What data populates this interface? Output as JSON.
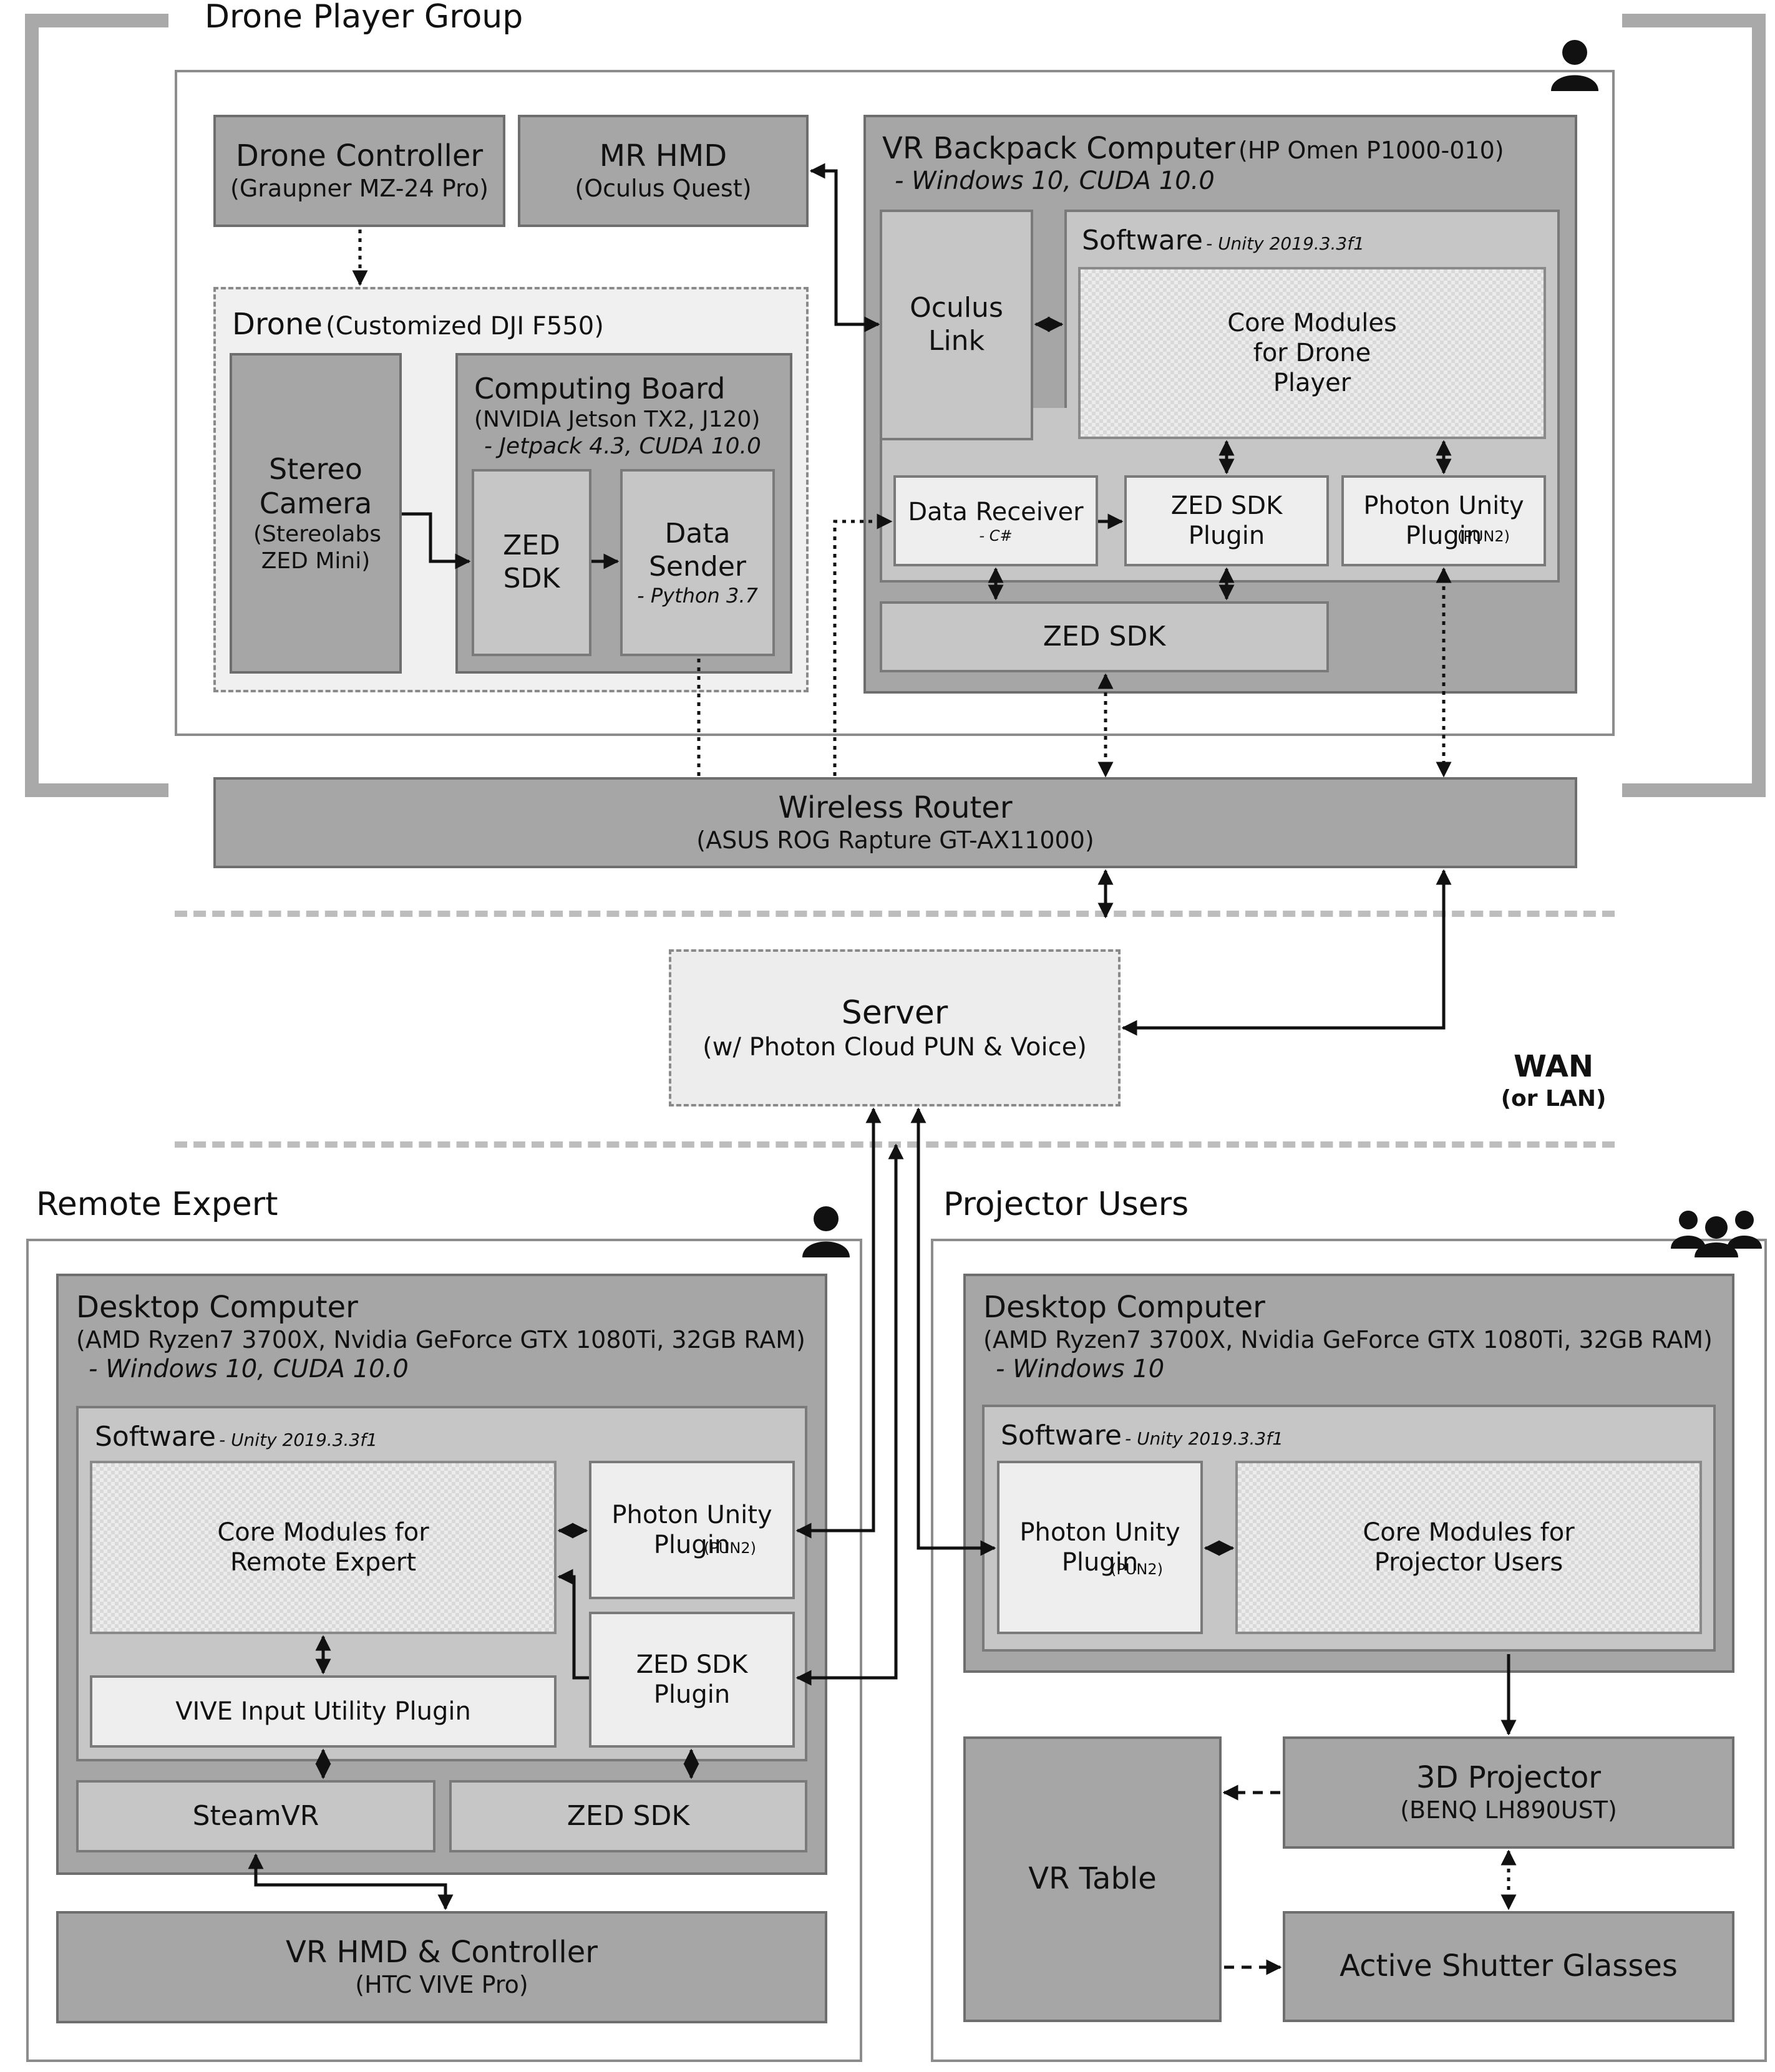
{
  "groups": {
    "drone_player": "Drone Player Group",
    "remote_expert": "Remote Expert",
    "projector_users": "Projector Users"
  },
  "network": {
    "wan": "WAN",
    "wan_sub": "(or LAN)"
  },
  "drone_controller": {
    "title": "Drone Controller",
    "sub": "(Graupner MZ-24 Pro)"
  },
  "mr_hmd": {
    "title": "MR HMD",
    "sub": "(Oculus Quest)"
  },
  "drone": {
    "title": "Drone",
    "sub": "(Customized DJI F550)",
    "stereo_camera": {
      "title": "Stereo Camera",
      "sub": "(Stereolabs ZED Mini)"
    },
    "computing_board": {
      "title": "Computing Board",
      "sub": "(NVIDIA Jetson TX2, J120)",
      "env": "- Jetpack 4.3, CUDA 10.0"
    },
    "zed_sdk": "ZED SDK",
    "data_sender": {
      "title": "Data Sender",
      "env": "- Python 3.7"
    }
  },
  "vr_backpack": {
    "title": "VR Backpack Computer",
    "sub": "(HP Omen P1000-010)",
    "env": "- Windows 10, CUDA 10.0",
    "oculus_link": "Oculus Link",
    "software": {
      "title": "Software",
      "env": "- Unity 2019.3.3f1"
    },
    "core_modules": "Core Modules for Drone Player",
    "data_receiver": {
      "title": "Data Receiver",
      "env": "- C#"
    },
    "zed_sdk_plugin": "ZED SDK Plugin",
    "photon_plugin": {
      "title": "Photon Unity Plugin",
      "tag": "(PUN2)"
    },
    "zed_sdk": "ZED SDK"
  },
  "router": {
    "title": "Wireless Router",
    "sub": "(ASUS ROG Rapture GT-AX11000)"
  },
  "server": {
    "title": "Server",
    "sub": "(w/ Photon Cloud PUN & Voice)"
  },
  "remote_desktop": {
    "title": "Desktop Computer",
    "sub": "(AMD  Ryzen7 3700X, Nvidia GeForce GTX 1080Ti, 32GB RAM)",
    "env": "- Windows 10, CUDA 10.0",
    "software": {
      "title": "Software",
      "env": "- Unity 2019.3.3f1"
    },
    "core_modules": "Core Modules for Remote Expert",
    "photon_plugin": {
      "title": "Photon Unity Plugin",
      "tag": "(PUN2)"
    },
    "zed_sdk_plugin": "ZED SDK Plugin",
    "vive_plugin": "VIVE Input Utility Plugin",
    "steamvr": "SteamVR",
    "zed_sdk": "ZED SDK"
  },
  "vr_hmd": {
    "title": "VR HMD & Controller",
    "sub": "(HTC VIVE Pro)"
  },
  "projector_desktop": {
    "title": "Desktop Computer",
    "sub": "(AMD  Ryzen7 3700X, Nvidia GeForce GTX 1080Ti, 32GB RAM)",
    "env": "- Windows 10",
    "software": {
      "title": "Software",
      "env": "- Unity 2019.3.3f1"
    },
    "photon_plugin": {
      "title": "Photon Unity Plugin",
      "tag": "(PUN2)"
    },
    "core_modules": "Core Modules for Projector Users"
  },
  "projector": {
    "title": "3D Projector",
    "sub": "(BENQ LH890UST)"
  },
  "vr_table": "VR Table",
  "glasses": "Active Shutter Glasses"
}
